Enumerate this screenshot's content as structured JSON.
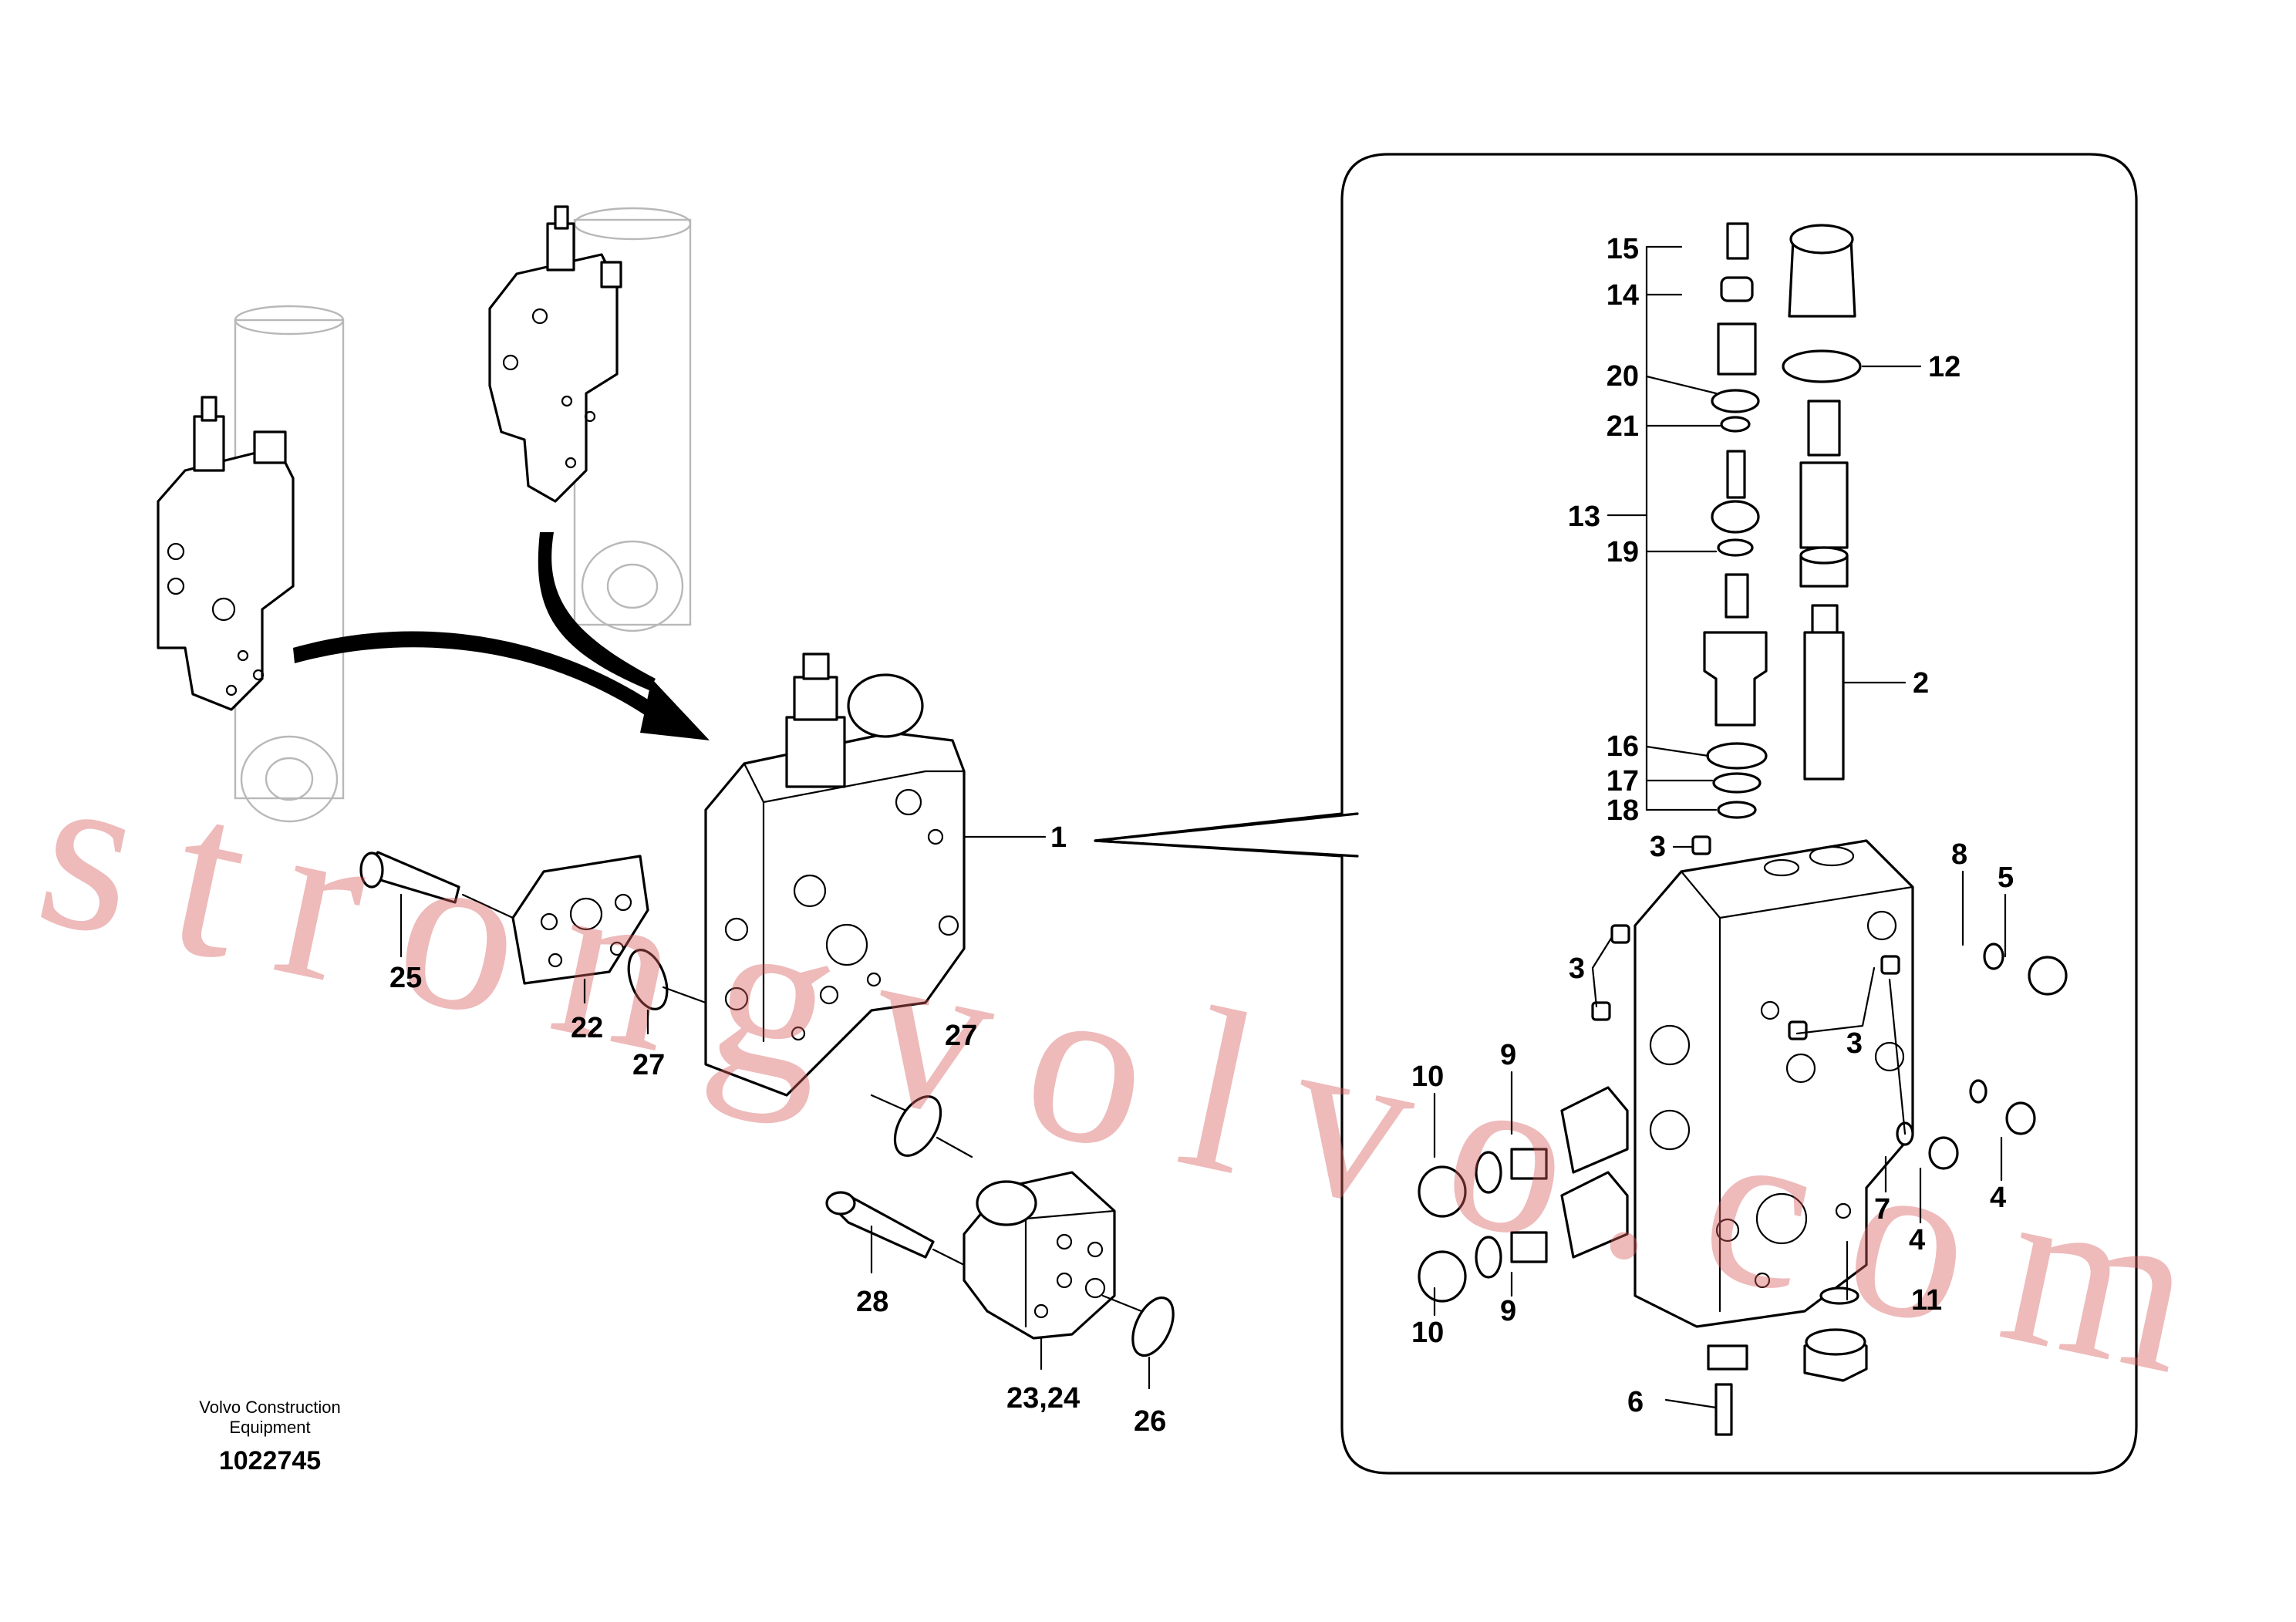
{
  "watermark": "strongvolvo.com",
  "footer": {
    "line1": "Volvo Construction",
    "line2": "Equipment",
    "code": "1022745"
  },
  "callouts": {
    "l1": "1",
    "l2": "2",
    "l3a": "3",
    "l3b": "3",
    "l3c": "3",
    "l4a": "4",
    "l4b": "4",
    "l5": "5",
    "l6": "6",
    "l7": "7",
    "l8": "8",
    "l9a": "9",
    "l9b": "9",
    "l10a": "10",
    "l10b": "10",
    "l11": "11",
    "l12": "12",
    "l13": "13",
    "l14": "14",
    "l15": "15",
    "l16": "16",
    "l17": "17",
    "l18": "18",
    "l19": "19",
    "l20": "20",
    "l21": "21",
    "l22": "22",
    "l2324": "23,24",
    "l25": "25",
    "l26": "26",
    "l27a": "27",
    "l27b": "27",
    "l28": "28"
  }
}
